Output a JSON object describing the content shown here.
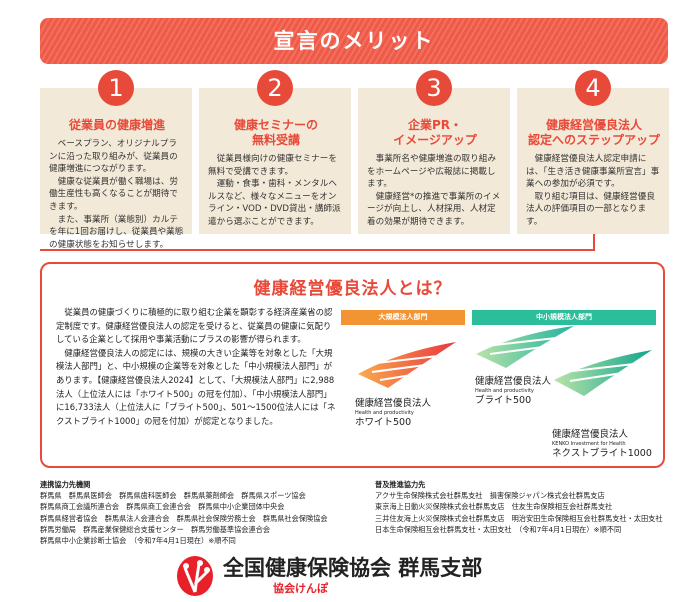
{
  "banner": {
    "title": "宣言のメリット"
  },
  "merits": [
    {
      "num": "1",
      "title": [
        "従業員の健康増進"
      ],
      "paras": [
        "ベースプラン、オリジナルプランに沿った取り組みが、従業員の健康増進につながります。",
        "健康な従業員が働く職場は、労働生産性も高くなることが期待できます。",
        "また、事業所（業態別）カルテを年に1回お届けし、従業員や業態の健康状態をお知らせします。"
      ]
    },
    {
      "num": "2",
      "title": [
        "健康セミナーの",
        "無料受講"
      ],
      "paras": [
        "従業員様向けの健康セミナーを無料で受講できます。",
        "運動・食事・歯科・メンタルヘルスなど、様々なメニューをオンライン・VOD・DVD貸出・講師派遣から選ぶことができます。"
      ]
    },
    {
      "num": "3",
      "title": [
        "企業PR・",
        "イメージアップ"
      ],
      "paras": [
        "事業所名や健康増進の取り組みをホームページや広報誌に掲載します。",
        "健康経営*の推進で事業所のイメージが向上し、人材採用、人材定着の効果が期待できます。"
      ]
    },
    {
      "num": "4",
      "title": [
        "健康経営優良法人",
        "認定へのステップアップ"
      ],
      "paras": [
        "健康経営優良法人認定申請には、「生き活き健康事業所宣言」事業への参加が必須です。",
        "取り組む項目は、健康経営優良法人の評価項目の一部となります。"
      ]
    }
  ],
  "about": {
    "title": "健康経営優良法人とは？",
    "paras": [
      "従業員の健康づくりに積極的に取り組む企業を顕彰する経済産業省の認定制度です。健康経営優良法人の認定を受けると、従業員の健康に気配りしている企業として採用や事業活動にプラスの影響が得られます。",
      "健康経営優良法人の認定には、規模の大きい企業等を対象とした「大規模法人部門」と、中小規模の企業等を対象とした「中小規模法人部門」があります。【健康経営優良法人2024】として、「大規模法人部門」に2,988法人（上位法人には「ホワイト500」の冠を付加）、「中小規模法人部門」に16,733法人（上位法人に「ブライト500」、501～1500位法人には「ネクストブライト1000」の冠を付加）が認定となりました。"
    ],
    "large_tag": "大規模法人部門",
    "small_tag": "中小規模法人部門",
    "logos": [
      {
        "name": "健康経営優良法人",
        "en": "Health and productivity",
        "rank": "ホワイト500"
      },
      {
        "name": "健康経営優良法人",
        "en": "Health and productivity",
        "rank": "ブライト500"
      },
      {
        "name": "健康経営優良法人",
        "en": "KENKO Investment for Health",
        "rank": "ネクストブライト1000"
      }
    ]
  },
  "partners": {
    "title": "連携協力先機関",
    "lines": [
      "群馬県　群馬県医師会　群馬県歯科医師会　群馬県薬剤師会　群馬県スポーツ協会",
      "群馬県商工会議所連合会　群馬県商工会連合会　群馬県中小企業団体中央会",
      "群馬県経営者協会　群馬県法人会連合会　群馬県社会保険労務士会　群馬県社会保険協会",
      "群馬労働局　群馬産業保健総合支援センター　群馬労働基準協会連合会",
      "群馬県中小企業診断士協会　（令和7年4月1日現在）※順不同"
    ]
  },
  "promoters": {
    "title": "普及推進協力先",
    "lines": [
      "アクサ生命保険株式会社群馬支社　損害保険ジャパン株式会社群馬支店",
      "東京海上日動火災保険株式会社群馬支店　住友生命保険相互会社群馬支社",
      "三井住友海上火災保険株式会社群馬支店　明治安田生命保険相互会社群馬支社・太田支社",
      "日本生命保険相互会社群馬支社・太田支社　（令和7年4月1日現在）※順不同"
    ]
  },
  "org": {
    "name": "全国健康保険協会 群馬支部",
    "nickname": "協会けんぽ"
  },
  "colors": {
    "accent": "#e84a39",
    "card_bg": "#f3e9d8",
    "orange": "#f39433",
    "teal": "#2cbd9a"
  }
}
